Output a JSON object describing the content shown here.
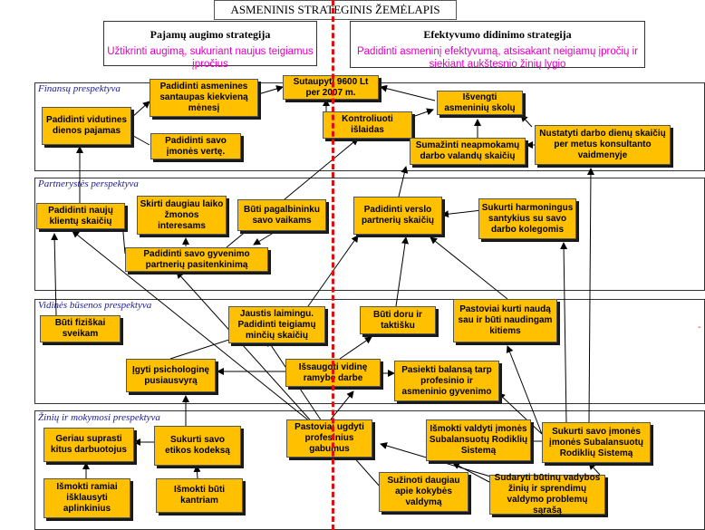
{
  "title": "ASMENINIS STRATEGINIS ŽEMĖLAPIS",
  "strategies": {
    "left": {
      "heading": "Pajamų augimo strategija",
      "subtitle": "Užtikrinti augimą, sukuriant naujus teigiamus įpročius"
    },
    "right": {
      "heading": "Efektyvumo didinimo strategija",
      "subtitle": "Padidinti asmeninį efektyvumą, atsisakant neigiamų įpročių ir siekiant aukštesnio žinių lygio"
    }
  },
  "perspectives": {
    "finance": "Finansų prespektyva",
    "partners": "Partnerystės perspektyva",
    "internal": "Vidinės būsenos prespektyva",
    "knowledge": "Žinių ir mokymosi prespektyva"
  },
  "boxes": {
    "f_income": "Padidinti vidutines dienos pajamas",
    "f_savings": "Padidinti asmenines santaupas kiekvieną mėnesį",
    "f_goal": "Sutaupyti 9600 Lt per 2007 m.",
    "f_debt": "Išvengti asmeninių skolų",
    "f_value": "Padidinti savo įmonės vertę.",
    "f_control": "Kontroliuoti išlaidas",
    "f_unpaid": "Sumažinti neapmokamų darbo valandų skaičių",
    "f_workdays": "Nustatyti darbo dienų skaičių per metus konsultanto vaidmenyje",
    "p_newclients": "Padidinti naujų klientų skaičių",
    "p_family": "Skirti daugiau laiko žmonos interesams",
    "p_children": "Būti pagalbininku savo vaikams",
    "p_satisfaction": "Padidinti savo gyvenimo partnerių pasitenkinimą",
    "p_business": "Padidinti verslo partnerių skaičių",
    "p_colleagues": "Sukurti harmoningus santykius su savo darbo kolegomis",
    "i_healthy": "Būti fiziškai sveikam",
    "i_happy": "Jaustis laimingu. Padidinti teigiamų minčių skaičių",
    "i_honest": "Būti doru ir taktišku",
    "i_benefit": "Pastoviai kurti naudą sau ir būti naudingam kitiems",
    "i_balance_psy": "Įgyti psichologinę pusiausvyrą",
    "i_calm": "Išsaugoti vidinę ramybę darbe",
    "i_balance_work": "Pasiekti balansą tarp profesinio ir asmeninio gyvenimo",
    "k_understand": "Geriau suprasti kitus darbuotojus",
    "k_ethics": "Sukurti savo etikos kodeksą",
    "k_learn": "Pastoviai ugdyti profesinius gabumus",
    "k_bsc_learn": "Išmokti valdyti įmonės Subalansuotų Rodiklių Sistemą",
    "k_bsc_create": "Sukurti savo įmonės įmonės Subalansuotų Rodiklių Sistemą",
    "k_listen": "Išmokti ramiai išklausyti aplinkinius",
    "k_tolerant": "Išmokti būti kantriam",
    "k_quality": "Sužinoti daugiau apie kokybės valdymą",
    "k_list": "Sudaryti būtinų vadybos žinių ir sprendimų valdymo problemų sąrašą"
  },
  "colors": {
    "box": "#ffc000",
    "accent_text": "#e000c0",
    "label": "#1a1a9a",
    "divider": "#e01010"
  }
}
